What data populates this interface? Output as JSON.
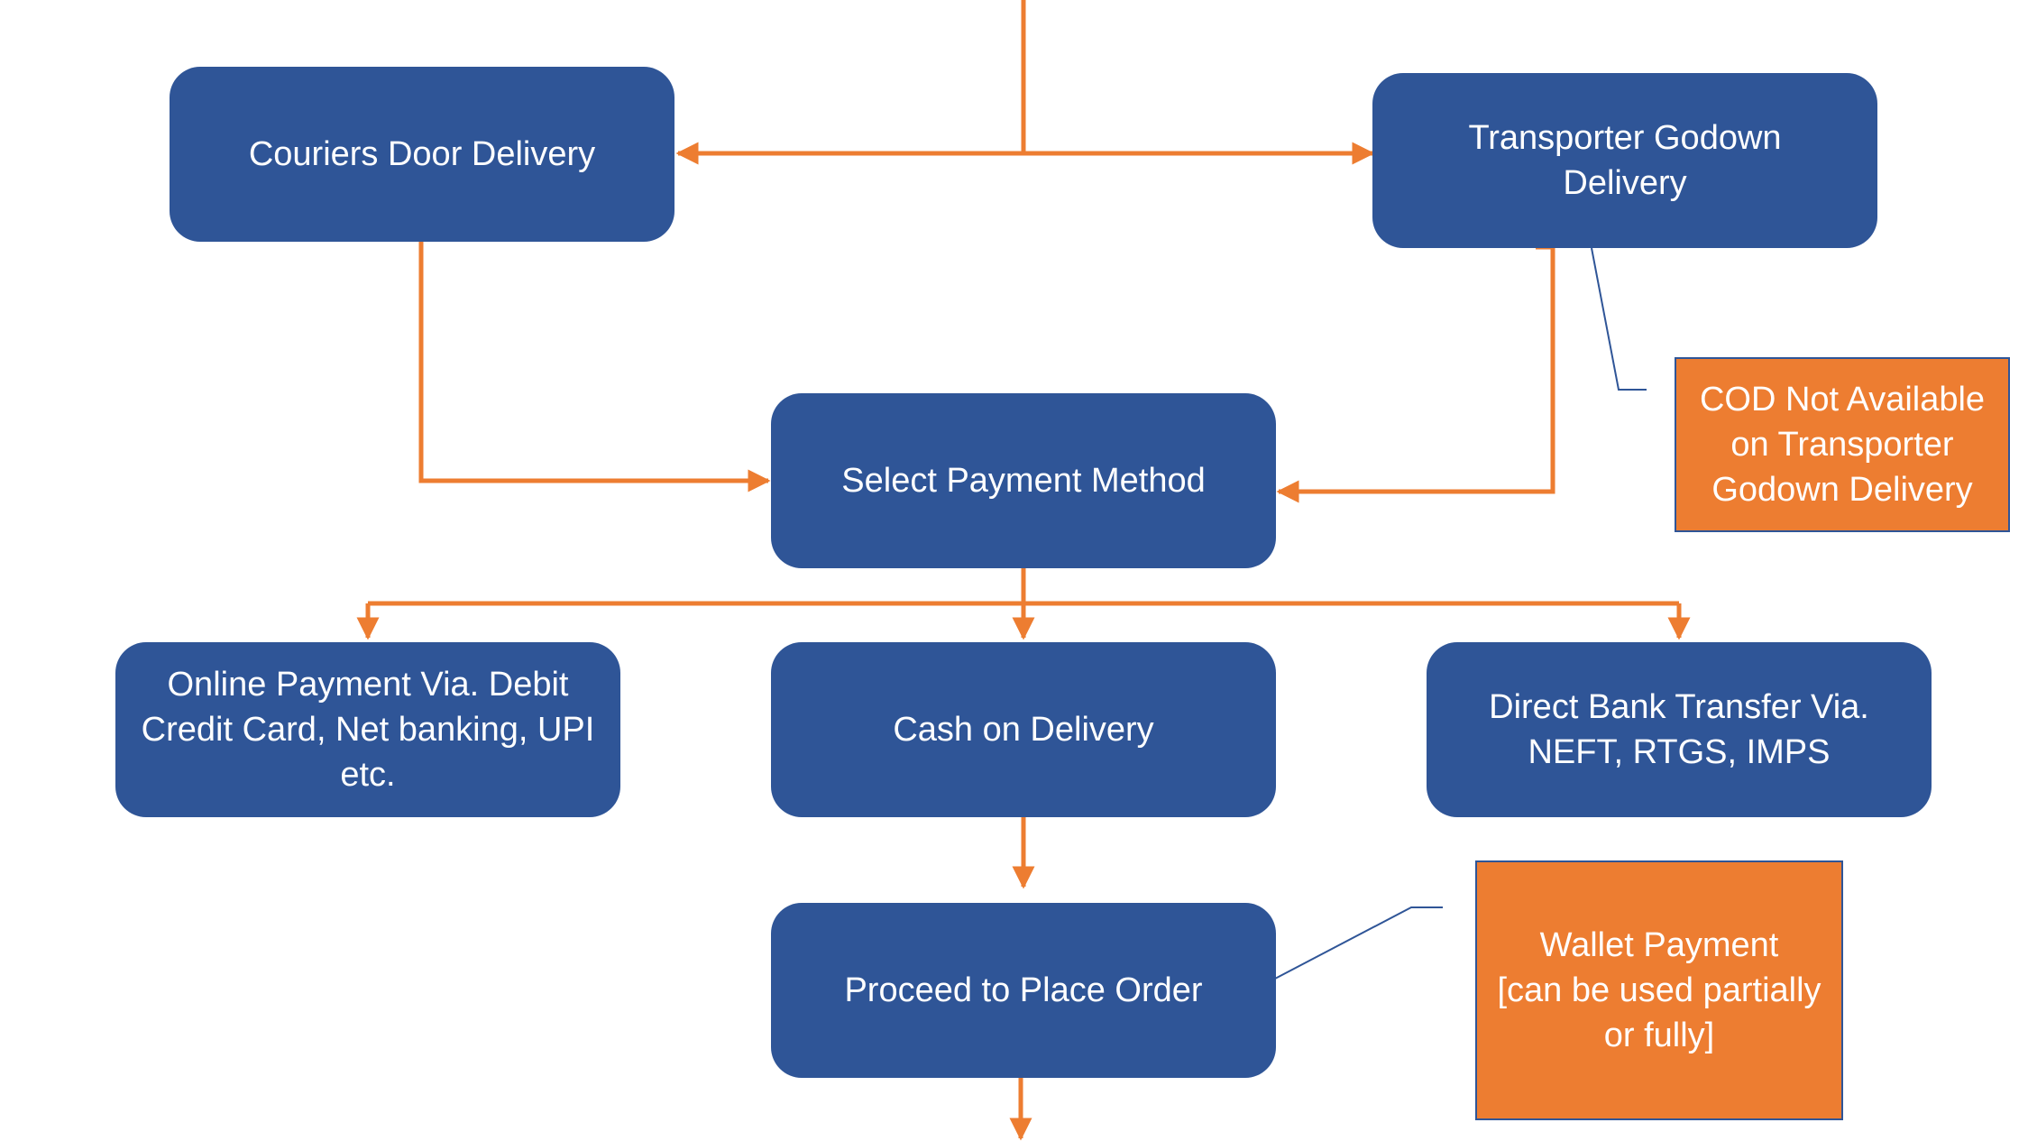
{
  "diagram": {
    "nodes": {
      "couriers_door_delivery": "Couriers Door Delivery",
      "transporter_godown_delivery": "Transporter Godown\nDelivery",
      "select_payment_method": "Select Payment Method",
      "online_payment": "Online Payment Via. Debit\nCredit Card, Net banking, UPI\netc.",
      "cash_on_delivery": "Cash on Delivery",
      "direct_bank_transfer": "Direct Bank Transfer Via.\nNEFT, RTGS, IMPS",
      "proceed_to_place_order": "Proceed to Place Order"
    },
    "callouts": {
      "cod_not_available": "COD Not Available\non Transporter\nGodown Delivery",
      "wallet_payment": "Wallet Payment\n[can be used partially\nor fully]"
    },
    "colors": {
      "node_fill": "#2f5597",
      "callout_fill": "#ed7d31",
      "connector": "#ed7d31",
      "callout_leader": "#2f5597",
      "text": "#ffffff"
    }
  }
}
